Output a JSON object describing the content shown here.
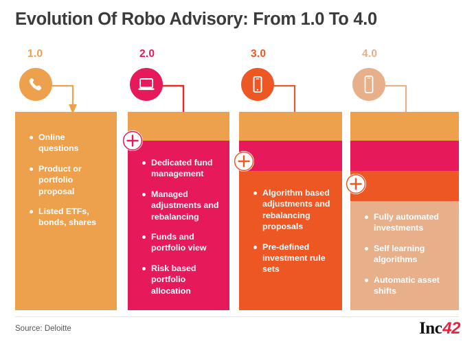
{
  "title": "Evolution Of Robo Advisory: From 1.0 To 4.0",
  "colors": {
    "stage1": "#eda14d",
    "stage2": "#e6195a",
    "stage3": "#ed5724",
    "stage4": "#e8b08a",
    "title": "#3b3b3b",
    "source_text": "#55555a",
    "logo_inc": "#111111",
    "logo_42": "#e8213f",
    "bullet_text": "#ffffff",
    "rule": "#e4e4e4"
  },
  "columns": [
    {
      "stage": "1.0",
      "icon": "phone-handset-icon",
      "accent": "#eda14d",
      "bands": [
        "#eda14d"
      ],
      "bullets": [
        "Online questions",
        "Product or portfolio proposal",
        "Listed ETFs, bonds, shares"
      ]
    },
    {
      "stage": "2.0",
      "icon": "laptop-icon",
      "accent": "#e6195a",
      "bands": [
        "#eda14d",
        "#e6195a"
      ],
      "bullets": [
        "Dedicated fund management",
        "Managed adjustments and rebalancing",
        "Funds and portfolio view",
        "Risk based portfolio allocation"
      ]
    },
    {
      "stage": "3.0",
      "icon": "smartphone-icon",
      "accent": "#ed5724",
      "bands": [
        "#eda14d",
        "#e6195a",
        "#ed5724"
      ],
      "bullets": [
        "Algorithm based adjustments and rebalancing proposals",
        "Pre-defined investment rule sets"
      ]
    },
    {
      "stage": "4.0",
      "icon": "smartphone-outline-icon",
      "accent": "#e8b08a",
      "bands": [
        "#eda14d",
        "#e6195a",
        "#ed5724",
        "#e8b08a"
      ],
      "bullets": [
        "Fully automated investments",
        "Self learning algorithms",
        "Automatic asset shifts"
      ]
    }
  ],
  "footer": {
    "source": "Source: Deloitte",
    "logo_primary": "Inc",
    "logo_secondary": "42"
  }
}
